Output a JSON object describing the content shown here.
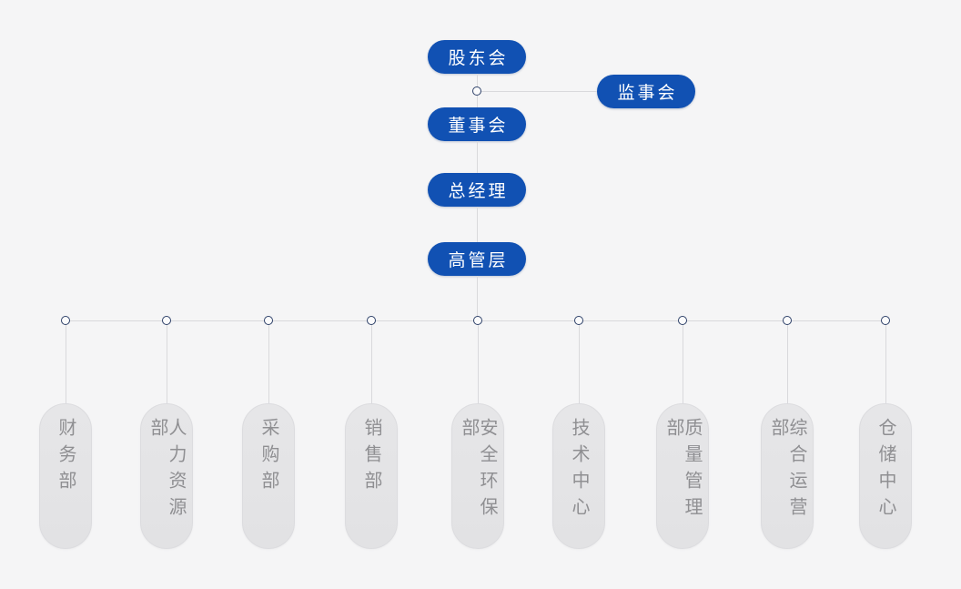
{
  "page": {
    "type": "organization-chart",
    "background": "#f5f5f6"
  },
  "colors": {
    "node_blue": "#1151b3",
    "node_blue_text": "#ffffff",
    "connector_line": "#d9d9dc",
    "connector_node_stroke": "#2e4169",
    "department_fill": "#e4e4e6",
    "department_text": "#8f8f92"
  },
  "org_chart": {
    "top_nodes": {
      "shareholders": {
        "label": "股东会"
      },
      "supervisory_board": {
        "label": "监事会"
      },
      "board_of_directors": {
        "label": "董事会"
      },
      "general_manager": {
        "label": "总经理"
      },
      "executive_team": {
        "label": "高管层"
      }
    },
    "departments": [
      {
        "label": "财务部"
      },
      {
        "label": "人力资源部"
      },
      {
        "label": "采购部"
      },
      {
        "label": "销售部"
      },
      {
        "label": "安全环保部"
      },
      {
        "label": "技术中心"
      },
      {
        "label": "质量管理部"
      },
      {
        "label": "综合运营部"
      },
      {
        "label": "仓储中心"
      }
    ]
  }
}
